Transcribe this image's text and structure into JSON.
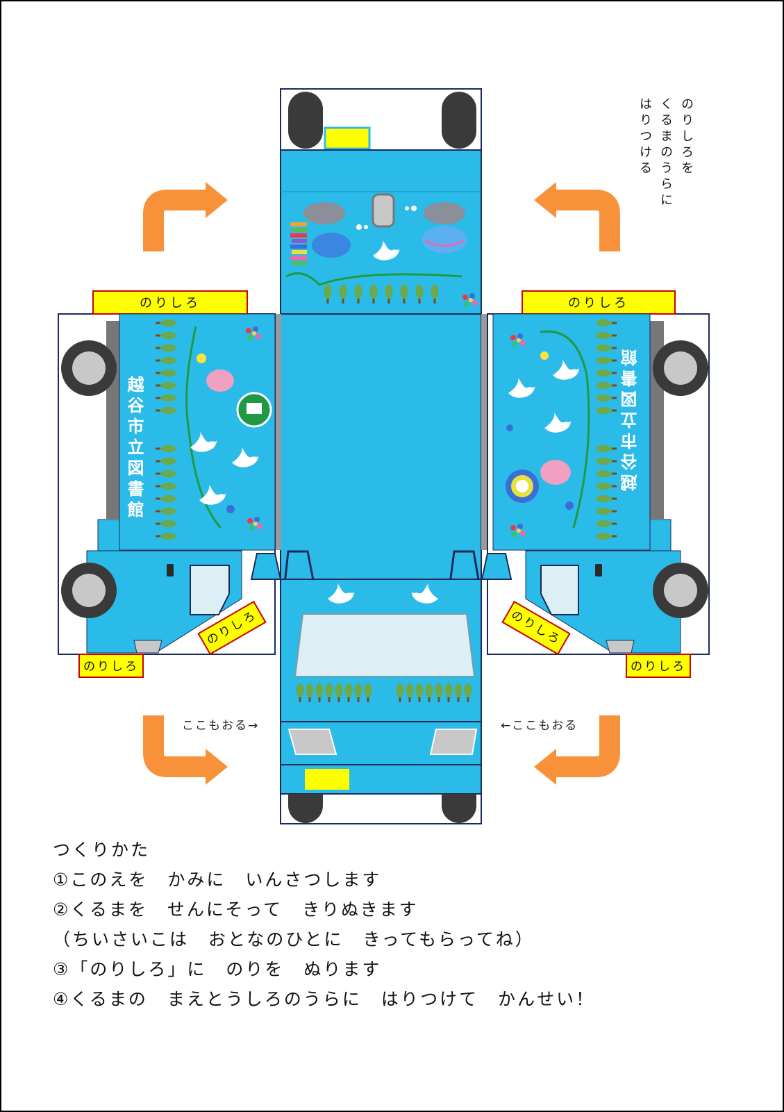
{
  "colors": {
    "truck_blue": "#2bbbe8",
    "tab_yellow": "#ffff00",
    "tab_border": "#cc0000",
    "arrow_orange": "#f7923a",
    "tire": "#3a3a3a",
    "navy_outline": "#1b2a5a",
    "window": "#dceff5",
    "library_green": "#1f9a43"
  },
  "icons": [
    "orange-turn-arrow-icon",
    "tire-icon",
    "dove-icon",
    "tree-icon",
    "flower-icon",
    "cat-character-icon",
    "dog-character-icon",
    "book-stack-icon",
    "book-badge-icon"
  ],
  "tabs": {
    "top_left": "のりしろ",
    "top_right": "のりしろ",
    "bottom_left": "のりしろ",
    "bottom_right": "のりしろ",
    "diag_left": "のりしろ",
    "diag_right": "のりしろ"
  },
  "side_text": {
    "left": "越谷市立図書館",
    "right": "越谷市立図書館"
  },
  "fold_hints": {
    "left": "ここもおる→",
    "right": "←ここもおる"
  },
  "vertical_note": [
    "のりしろを",
    "くるまのうらに",
    "はりつける"
  ],
  "instructions": {
    "title": "つくりかた",
    "steps": [
      "①このえを　かみに　いんさつします",
      "②くるまを　せんにそって　きりぬきます",
      "（ちいさいこは　おとなのひとに　きってもらってね）",
      "③「のりしろ」に　のりを　ぬります",
      "④くるまの　まえとうしろのうらに　はりつけて　かんせい！"
    ]
  }
}
